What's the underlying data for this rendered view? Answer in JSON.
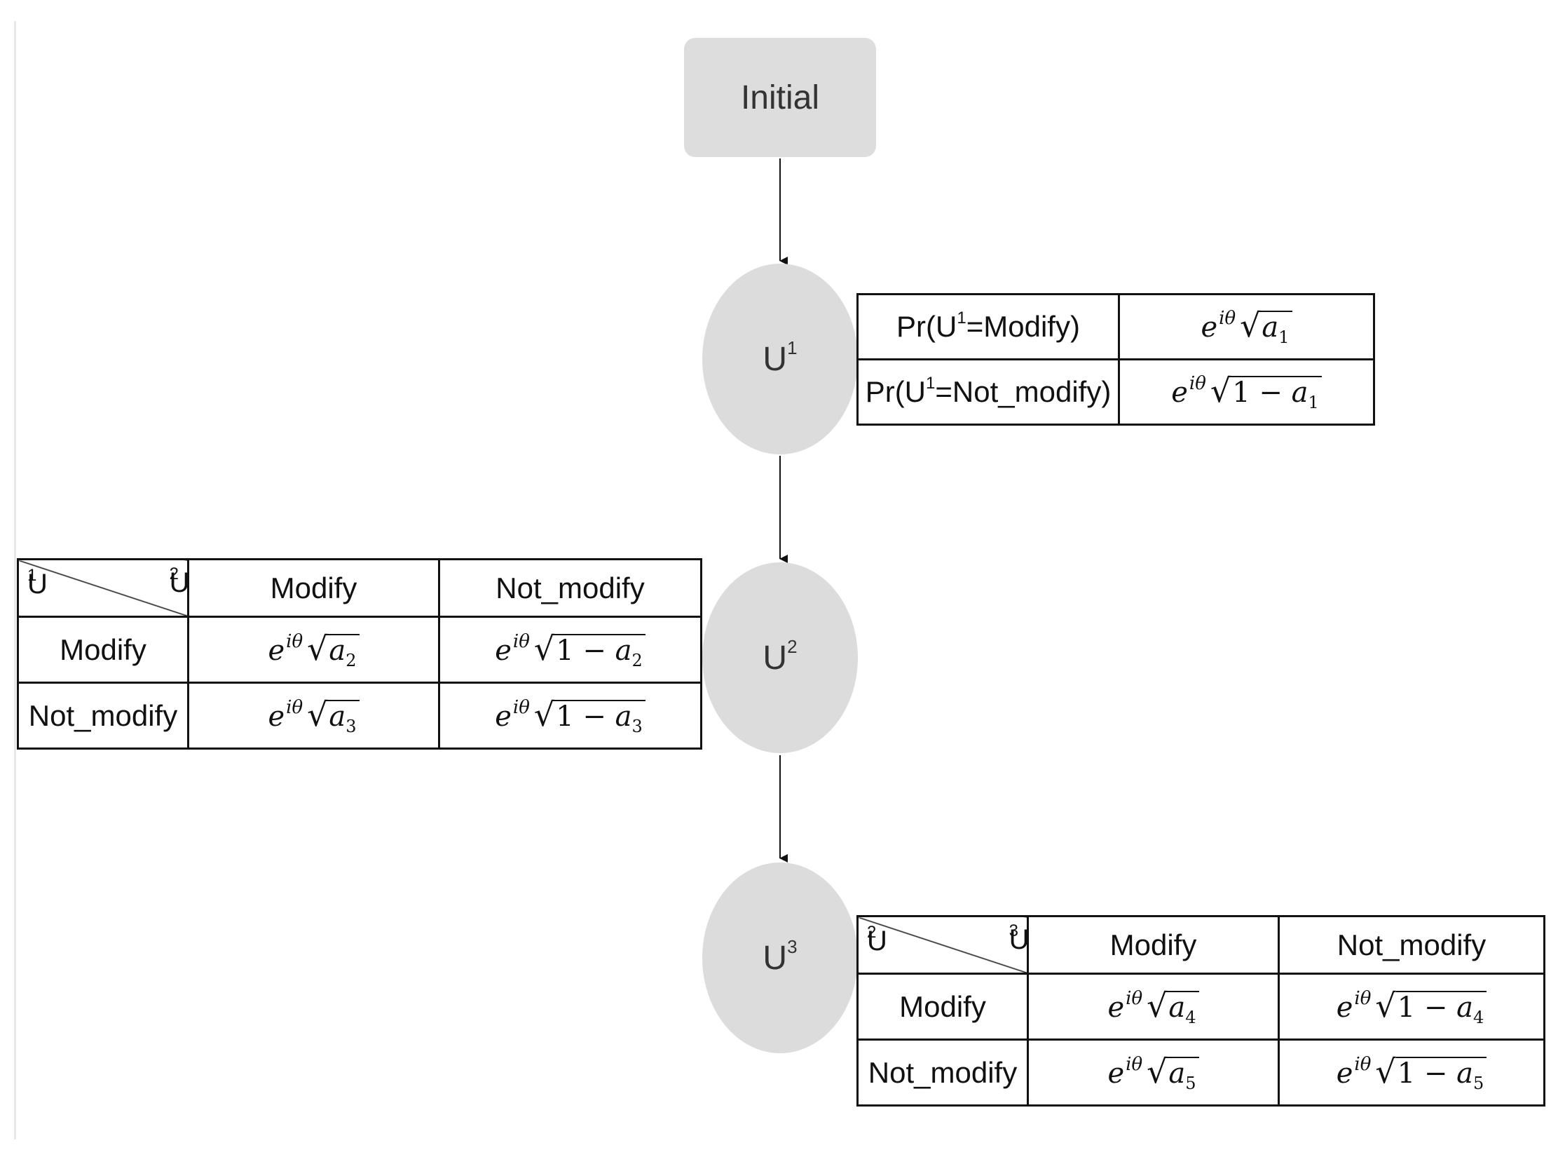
{
  "nodes": {
    "start": {
      "label": "Initial"
    },
    "u1": {
      "base": "U",
      "sup": "1"
    },
    "u2": {
      "base": "U",
      "sup": "2"
    },
    "u3": {
      "base": "U",
      "sup": "3"
    }
  },
  "table_u1": {
    "row1_label": "Pr(U",
    "row1_sup": "1",
    "row1_rest": "=Modify)",
    "row2_label": "Pr(U",
    "row2_sup": "1",
    "row2_rest": "=Not_modify)",
    "math_e": "e",
    "math_exp": "iθ",
    "math_a": "a",
    "math_one_minus": "1 − ",
    "sub": "1"
  },
  "table_u2": {
    "row_var": "U",
    "row_var_sup": "1",
    "col_var": "U",
    "col_var_sup": "2",
    "col1": "Modify",
    "col2": "Not_modify",
    "row1": "Modify",
    "row2": "Not_modify",
    "math_e": "e",
    "math_exp": "iθ",
    "math_a": "a",
    "math_one_minus": "1 − ",
    "sub_row1": "2",
    "sub_row2": "3"
  },
  "table_u3": {
    "row_var": "U",
    "row_var_sup": "2",
    "col_var": "U",
    "col_var_sup": "3",
    "col1": "Modify",
    "col2": "Not_modify",
    "row1": "Modify",
    "row2": "Not_modify",
    "math_e": "e",
    "math_exp": "iθ",
    "math_a": "a",
    "math_one_minus": "1 − ",
    "sub_row1": "4",
    "sub_row2": "5"
  }
}
